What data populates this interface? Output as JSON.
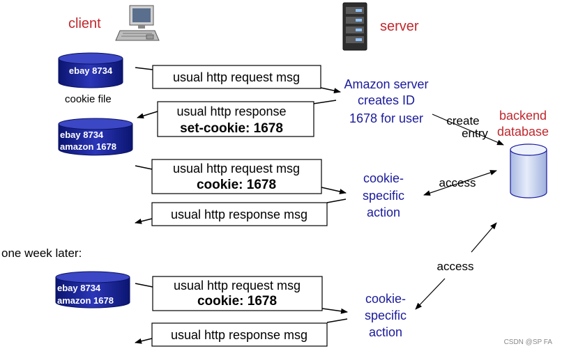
{
  "labels": {
    "client": "client",
    "server": "server",
    "backend_line1": "backend",
    "backend_line2": "database",
    "cookie_file": "cookie file",
    "one_week_later": "one week later:",
    "watermark": "CSDN @SP FA"
  },
  "cookie_stores": [
    {
      "lines": [
        "ebay 8734"
      ]
    },
    {
      "lines": [
        "ebay 8734",
        "amazon 1678"
      ]
    },
    {
      "lines": [
        "ebay 8734",
        "amazon 1678"
      ]
    }
  ],
  "messages": {
    "req1": "usual http request msg",
    "resp1_line1": "usual http response",
    "resp1_line2": "set-cookie: 1678",
    "req2_line1": "usual http request msg",
    "req2_line2": "cookie: 1678",
    "resp2": "usual http response msg",
    "req3_line1": "usual http request msg",
    "req3_line2": "cookie: 1678",
    "resp3": "usual http response msg"
  },
  "server_notes": {
    "amazon_line1": "Amazon server",
    "amazon_line2": "creates ID",
    "amazon_line3": "1678 for user",
    "action1_line1": "cookie-",
    "action1_line2": "specific",
    "action1_line3": "action",
    "action2_line1": "cookie-",
    "action2_line2": "specific",
    "action2_line3": "action"
  },
  "db_edges": {
    "create_line1": "create",
    "create_line2": "entry",
    "access1": "access",
    "access2": "access"
  },
  "colors": {
    "client_red": "#c0282d",
    "server_blue": "#1a1a9c",
    "cylinder_blue": "#1f2a9e",
    "db_fill": "#c9d4ef"
  }
}
